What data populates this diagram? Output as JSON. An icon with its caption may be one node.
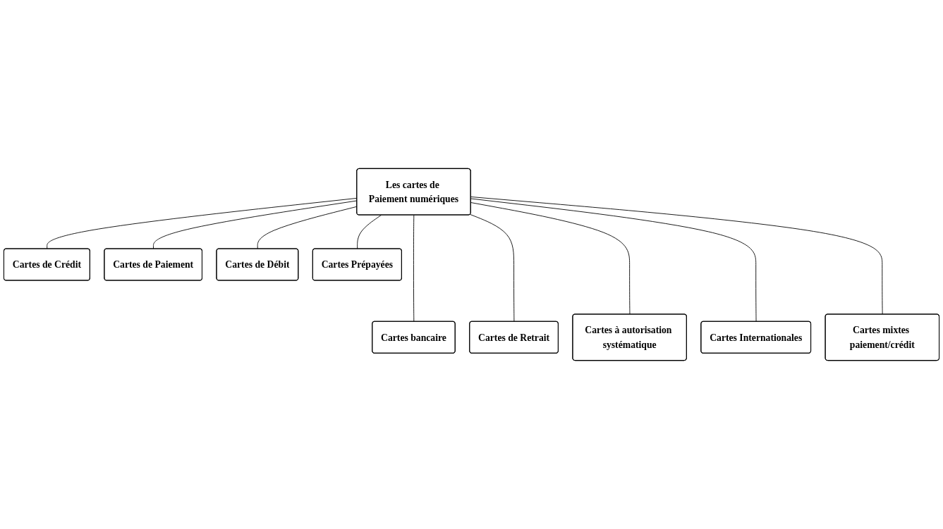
{
  "diagram": {
    "nodes": [
      {
        "text": [
          "Les cartes de Paiement numériques"
        ]
      },
      {
        "text": [
          "Cartes de Crédit"
        ]
      },
      {
        "text": [
          "Cartes de Paiement"
        ]
      },
      {
        "text": [
          "Cartes de Débit"
        ]
      },
      {
        "text": [
          "Cartes Prépayées"
        ]
      },
      {
        "text": [
          "Cartes bancaire"
        ]
      },
      {
        "text": [
          "Cartes de Retrait"
        ]
      },
      {
        "text": [
          "Cartes à autorisation systématique"
        ]
      },
      {
        "text": [
          "Cartes Internationales"
        ]
      },
      {
        "text": [
          "Cartes mixtes paiement/crédit"
        ]
      }
    ],
    "edges": [
      {
        "from": 0,
        "to": 1,
        "arrow": "none"
      },
      {
        "from": 0,
        "to": 2,
        "arrow": "none"
      },
      {
        "from": 0,
        "to": 3,
        "arrow": "none"
      },
      {
        "from": 0,
        "to": 4,
        "arrow": "none"
      },
      {
        "from": 0,
        "to": 5,
        "arrow": "none"
      },
      {
        "from": 0,
        "to": 6,
        "arrow": "none"
      },
      {
        "from": 0,
        "to": 7,
        "arrow": "none"
      },
      {
        "from": 0,
        "to": 8,
        "arrow": "none"
      },
      {
        "from": 0,
        "to": 9,
        "arrow": "none"
      }
    ]
  }
}
